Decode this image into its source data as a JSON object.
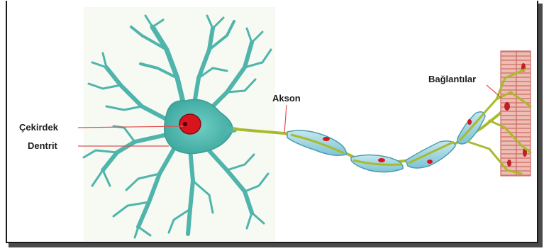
{
  "labels": {
    "nucleus": "Çekirdek",
    "dendrite": "Dentrit",
    "axon": "Akson",
    "terminals": "Bağlantılar"
  },
  "colors": {
    "cell_body": "#4fb5ac",
    "cell_body_dark": "#3d9d95",
    "nucleus": "#d8141e",
    "axon": "#a9ba2d",
    "myelin": "#92d0de",
    "myelin_edge": "#4f9cae",
    "muscle": "#eebdb5",
    "muscle_stripes": "#c86a62",
    "pointer_line": "#e05050"
  },
  "icons": [
    "neuron-illustration",
    "muscle-fiber-illustration"
  ]
}
